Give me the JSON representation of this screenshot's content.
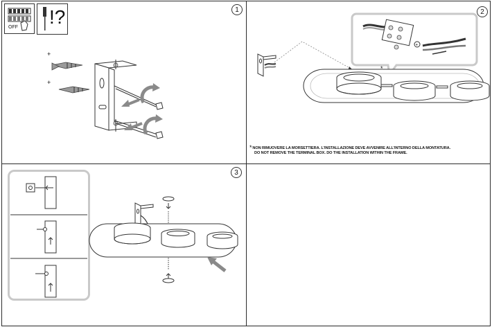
{
  "steps": [
    {
      "number": "1"
    },
    {
      "number": "2"
    },
    {
      "number": "3"
    }
  ],
  "switch_icon": {
    "off_label": "OFF"
  },
  "tool_icon": {
    "glyph": "!?"
  },
  "note": {
    "star": "*",
    "line1": "NON RIMUOVERE LA MORSETTIERA. L'INSTALLAZIONE DEVE AVVENIRE ALL'INTERNO DELLA MONTATURA.",
    "line2": "DO NOT REMOVE THE TERMINAL BOX. DO THE INSTALLATION WITHIN THE FRAME."
  },
  "colors": {
    "line": "#333333",
    "callout": "#c9c9c9",
    "arrow": "#8a8a8a"
  }
}
